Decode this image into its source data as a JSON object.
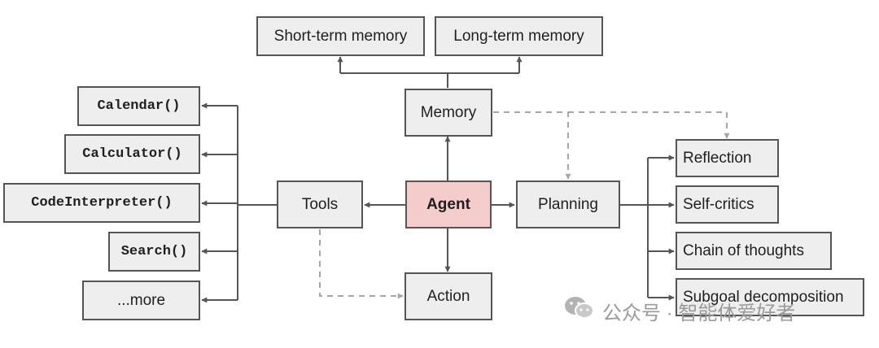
{
  "nodes": {
    "short_term_memory": "Short-term memory",
    "long_term_memory": "Long-term memory",
    "memory": "Memory",
    "agent": "Agent",
    "tools": "Tools",
    "planning": "Planning",
    "action": "Action",
    "calendar": "Calendar()",
    "calculator": "Calculator()",
    "code_interpreter": "CodeInterpreter()",
    "search": "Search()",
    "more": "...more",
    "reflection": "Reflection",
    "self_critics": "Self-critics",
    "chain_of_thoughts": "Chain of thoughts",
    "subgoal_decomposition": "Subgoal decomposition"
  },
  "colors": {
    "node_fill": "#eeeeee",
    "agent_fill": "#f4cccc",
    "edge": "#555555",
    "dashed_edge": "#a6a6a6"
  },
  "watermark": {
    "icon": "wechat-icon",
    "text": "公众号 · 智能体爱好者"
  }
}
